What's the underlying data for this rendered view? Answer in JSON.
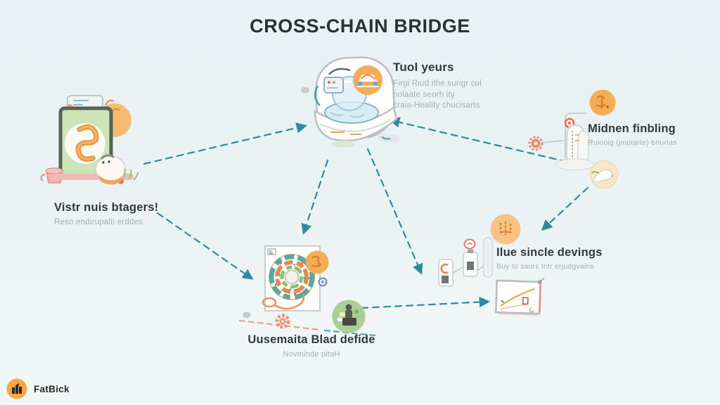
{
  "title": "CROSS-CHAIN BRIDGE",
  "brand": {
    "name": "FatBick"
  },
  "nodes": {
    "hub": {
      "title": "Tuol yeurs",
      "lines": [
        "Firgi Riud ithe surigr col",
        "nolaate seorh ity",
        "craia-Heality chucisarts"
      ],
      "illustration": "submarine-hub-illustration"
    },
    "wallet": {
      "title": "Vistr nuis btagers!",
      "subtitle": "Reso endirupalti erddes",
      "illustration": "tablet-coin-illustration"
    },
    "mining": {
      "title": "Midnen finbling",
      "subtitle": "Ruiooig (jmptarte) briurtas",
      "illustration": "tower-rig-illustration"
    },
    "maze": {
      "title": "Uusemaita Blad defide",
      "subtitle": "Novminde pitaH",
      "illustration": "circular-maze-illustration"
    },
    "devices": {
      "title": "Ilue sincle devings",
      "subtitle": "Buy to saurs Intr erjudgvains",
      "illustration": "flasks-and-chart-illustration"
    }
  },
  "icons": [
    "orange-badge-icon",
    "gear-icon",
    "dove-icon",
    "speaker-podium-icon",
    "chart-card-icon",
    "factory-logo-icon"
  ],
  "colors": {
    "background": "#e9f1f3",
    "arrow_teal": "#2e8aa0",
    "badge_orange": "#f5ad55",
    "salmon": "#ee8a70",
    "leaf_green": "#a9cf96",
    "cream": "#f8e7c9",
    "title_text": "#2b3036",
    "heading_text": "#32373c",
    "subtext": "#a7adb2"
  }
}
